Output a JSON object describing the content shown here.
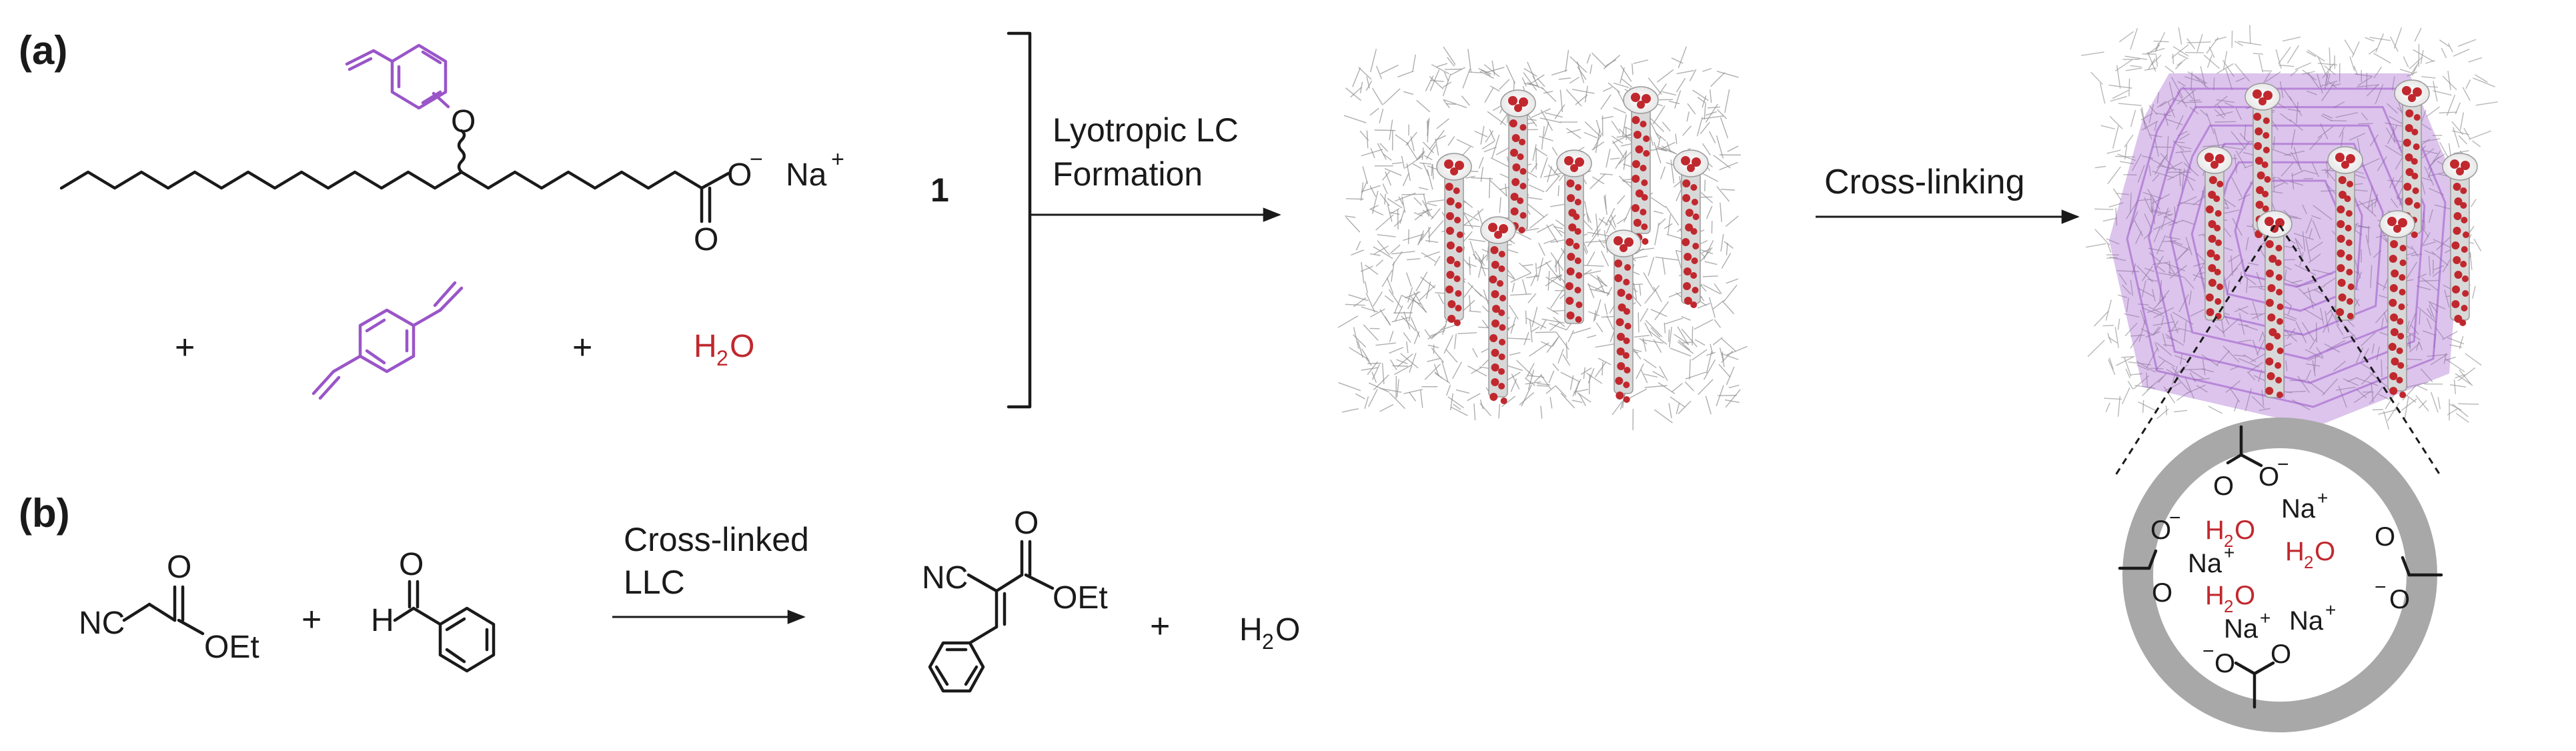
{
  "panel_a": {
    "label": "(a)",
    "surfactant": {
      "oxygen": "O",
      "carbonyl_o": "O",
      "carboxylate_o": "O",
      "charge_minus": "−",
      "counterion": "Na",
      "charge_plus": "+",
      "compound_number": "1"
    },
    "plus": "+",
    "water": {
      "h": "H",
      "sub": "2",
      "o": "O"
    },
    "step1": {
      "line1": "Lyotropic LC",
      "line2": "Formation"
    },
    "step2": {
      "label": "Cross-linking"
    },
    "pore": {
      "o": "O",
      "minus": "−",
      "na": "Na",
      "plus": "+",
      "h": "H",
      "sub": "2"
    }
  },
  "panel_b": {
    "label": "(b)",
    "reactant1_nc": "NC",
    "reactant1_oet": "OEt",
    "carbonyl_o": "O",
    "plus": "+",
    "aldehyde_h": "H",
    "aldehyde_o": "O",
    "arrow_line1": "Cross-linked",
    "arrow_line2": "LLC",
    "product_nc": "NC",
    "product_oet": "OEt",
    "product_o": "O",
    "water": {
      "h": "H",
      "sub": "2",
      "o": "O"
    }
  },
  "colors": {
    "purple": "#9a55c8",
    "red": "#c0282e",
    "grey_ring": "#a8a8a8",
    "black": "#1a1a1a"
  }
}
